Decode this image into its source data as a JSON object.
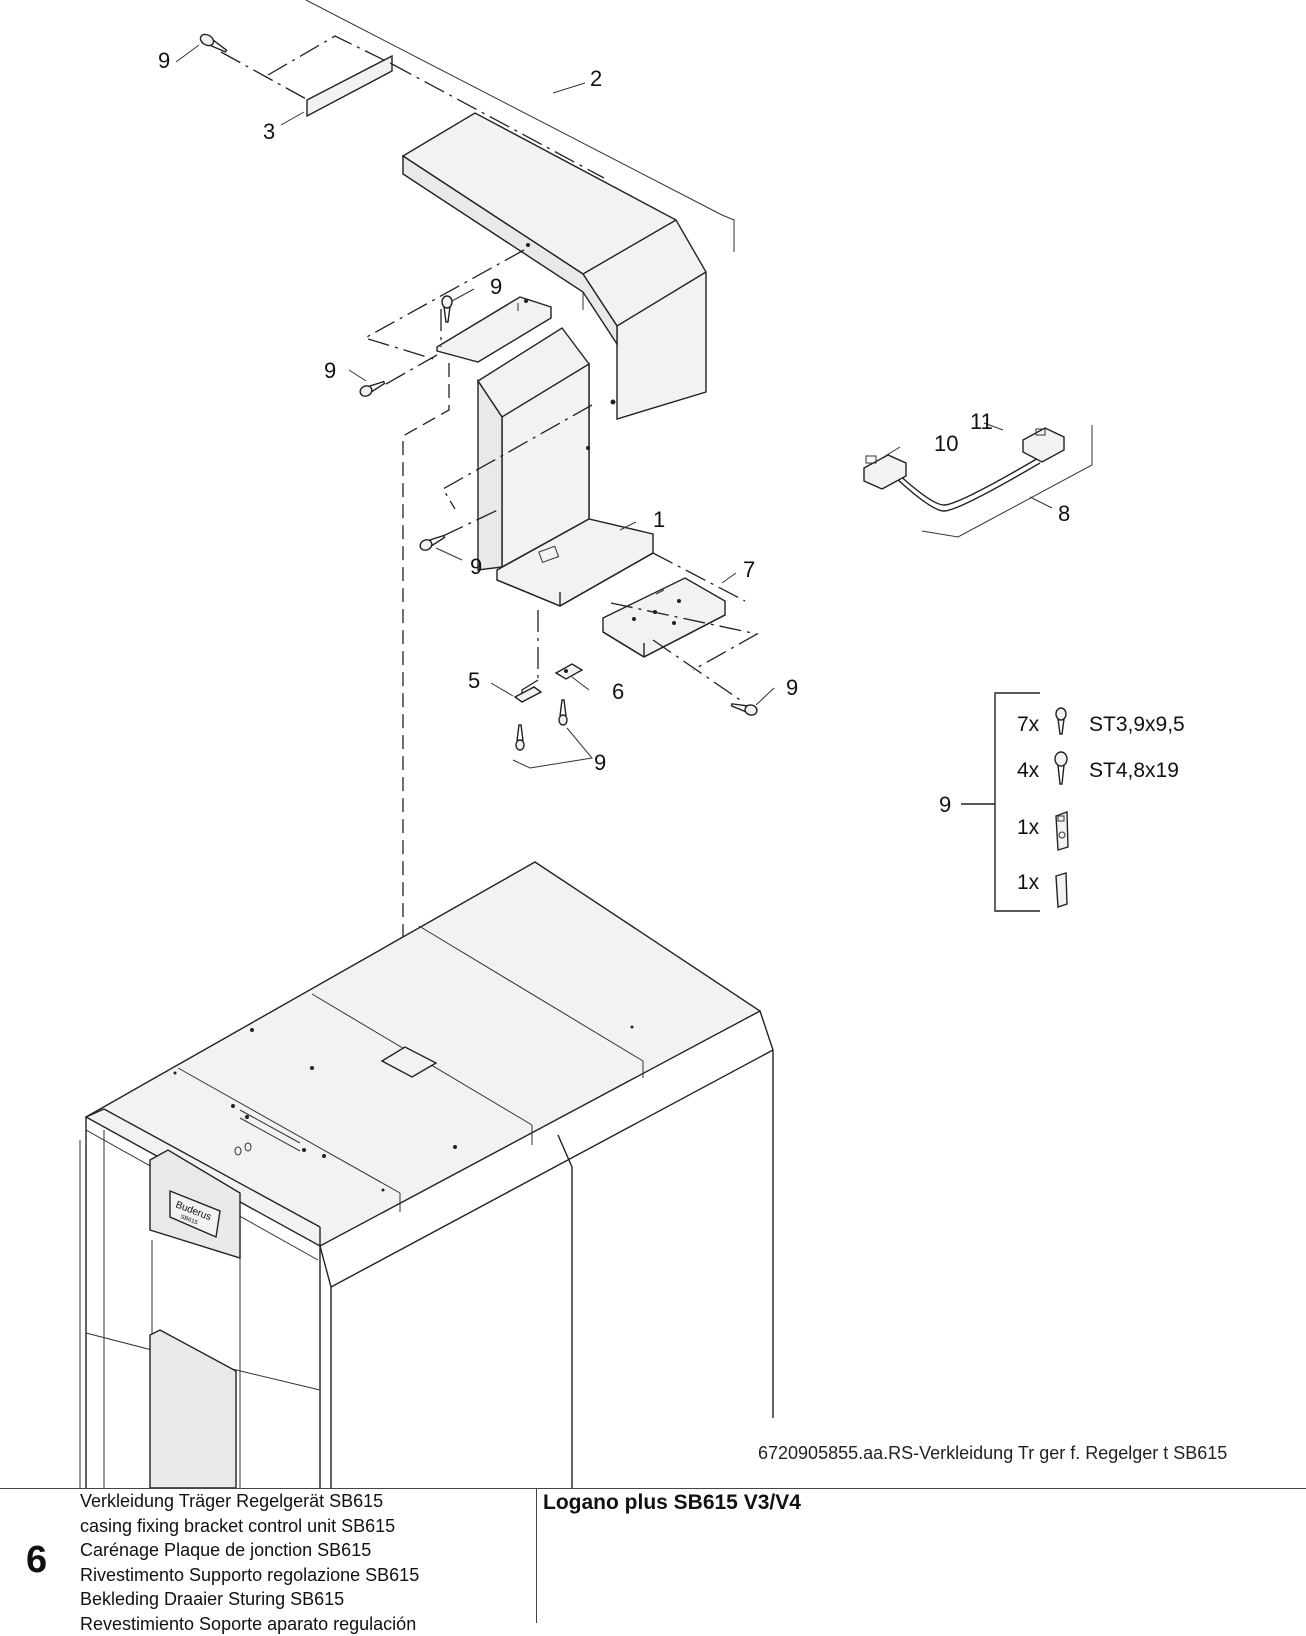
{
  "drawing": {
    "item_labels": {
      "n1": "1",
      "n2": "2",
      "n3": "3",
      "n5": "5",
      "n6": "6",
      "n7": "7",
      "n8": "8",
      "n9": "9",
      "n10": "10",
      "n11": "11"
    },
    "brand_plate": {
      "brand": "Buderus",
      "model": "SB615"
    },
    "parts_kit": {
      "label": "9",
      "items": [
        {
          "qty": "7x",
          "spec": "ST3,9x9,5",
          "icon": "small-screw-icon"
        },
        {
          "qty": "4x",
          "spec": "ST4,8x19",
          "icon": "large-screw-icon"
        },
        {
          "qty": "1x",
          "spec": "",
          "icon": "clip-plate-icon"
        },
        {
          "qty": "1x",
          "spec": "",
          "icon": "insulation-strip-icon"
        }
      ]
    },
    "caption": "6720905855.aa.RS-Verkleidung Tr ger f. Regelger t SB615"
  },
  "footer": {
    "page_number": "6",
    "descriptions": [
      "Verkleidung Träger Regelgerät SB615",
      "casing fixing bracket control unit SB615",
      "Carénage Plaque de jonction SB615",
      "Rivestimento Supporto regolazione SB615",
      "Bekleding Draaier Sturing SB615",
      "Revestimiento Soporte aparato regulación"
    ],
    "product_title": "Logano plus SB615 V3/V4"
  }
}
